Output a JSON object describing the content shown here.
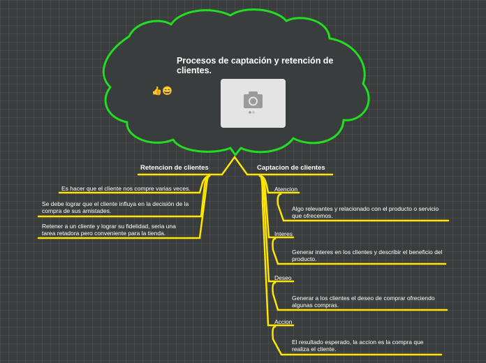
{
  "root": {
    "title": "Procesos de captación y retención de clientes.",
    "emoji": "👍😄",
    "image_icon": "camera-icon"
  },
  "colors": {
    "background": "#3a3d3d",
    "cloud_border": "#22dd22",
    "connector": "#ffe600"
  },
  "retencion": {
    "label": "Retencion de clientes",
    "items": [
      "Es hacer que el cliente nos compre varias veces.",
      "Se debe lograr que el cliente influya en la decisión de la compra de sus amistades.",
      "Retener a un cliente y lograr su fidelidad, seria una tarea retadora pero conveniente para la tienda."
    ]
  },
  "captacion": {
    "label": "Captacion de clientes",
    "stages": [
      {
        "label": "Atencion",
        "desc": "Algo relevantes y relacionado con el producto o servicio que ofrecemos."
      },
      {
        "label": "Interes",
        "desc": "Generar interes en los clientes y describir el beneficio del producto."
      },
      {
        "label": "Deseo",
        "desc": "Generar a los clientes el deseo de comprar ofreciendo algunas compras."
      },
      {
        "label": "Accion",
        "desc": "El resultado esperado, la accion es la compra que realiza el cliente."
      }
    ]
  }
}
